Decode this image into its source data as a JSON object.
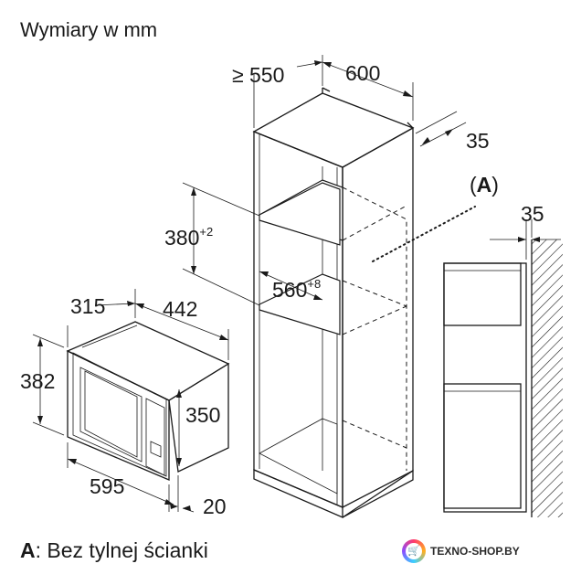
{
  "title": "Wymiary w mm",
  "cabinet": {
    "depth": "≥ 550",
    "width": "600",
    "panel": "35",
    "niche_height": "380",
    "niche_height_tol": "+2",
    "niche_width": "560",
    "niche_width_tol": "+8"
  },
  "detail": {
    "label": "A",
    "gap": "35"
  },
  "appliance": {
    "depth": "315",
    "width_inner": "442",
    "height": "382",
    "inner_height": "350",
    "width": "595",
    "frame": "20"
  },
  "note": {
    "key": "A",
    "text": ": Bez tylnej ścianki"
  },
  "brand": "TEXNO-SHOP.BY"
}
